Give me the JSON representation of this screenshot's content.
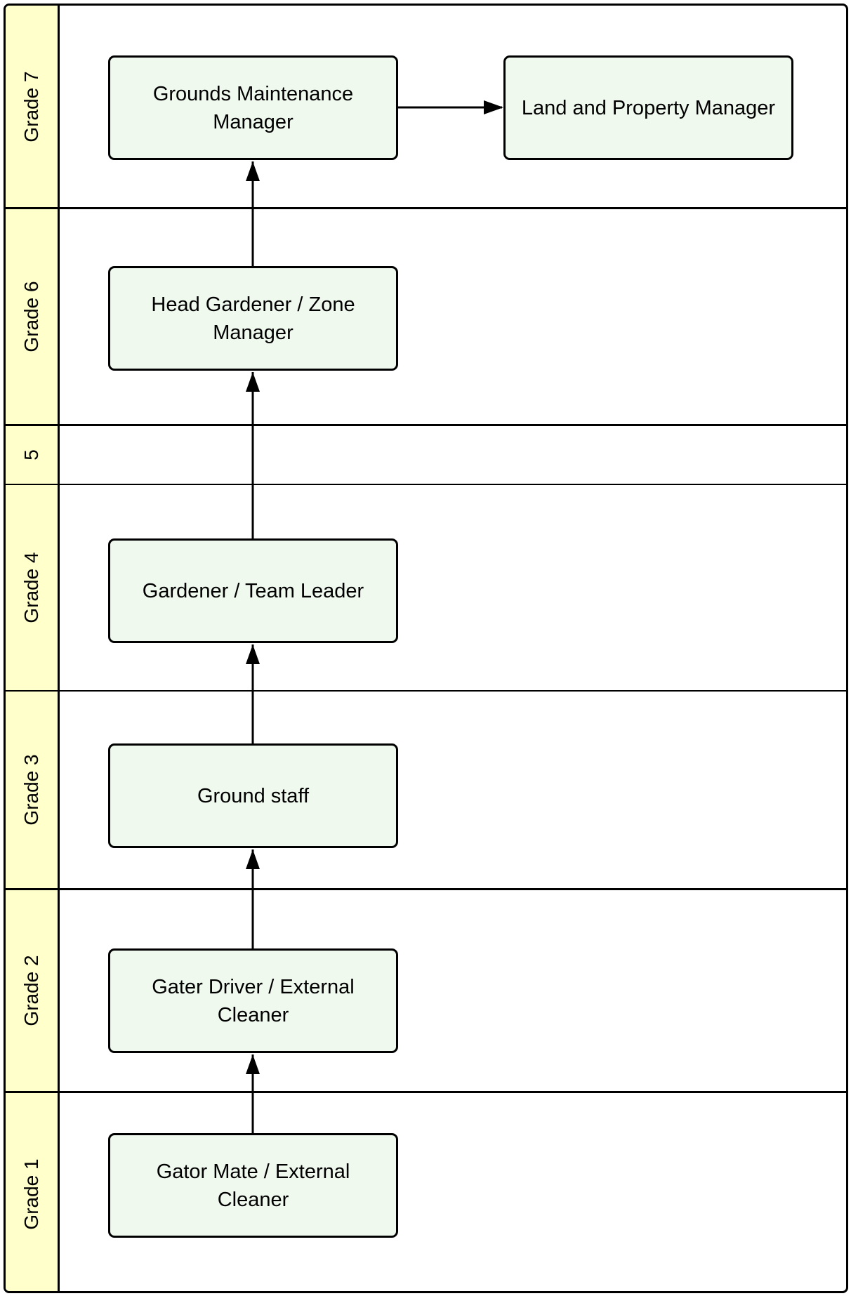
{
  "lanes": [
    {
      "label": "Grade 7"
    },
    {
      "label": "Grade 6"
    },
    {
      "label": "5"
    },
    {
      "label": "Grade 4"
    },
    {
      "label": "Grade 3"
    },
    {
      "label": "Grade 2"
    },
    {
      "label": "Grade 1"
    }
  ],
  "roles": {
    "grounds_maintenance_manager": "Grounds Maintenance Manager",
    "land_property_manager": "Land and Property Manager",
    "head_gardener": "Head Gardener / Zone Manager",
    "gardener_team_leader": "Gardener / Team Leader",
    "ground_staff": "Ground staff",
    "gater_driver": "Gater Driver / External Cleaner",
    "gator_mate": "Gator Mate / External Cleaner"
  },
  "colors": {
    "lane_header": "#ffffcc",
    "box_fill": "#eff9ee",
    "stroke": "#000000"
  }
}
